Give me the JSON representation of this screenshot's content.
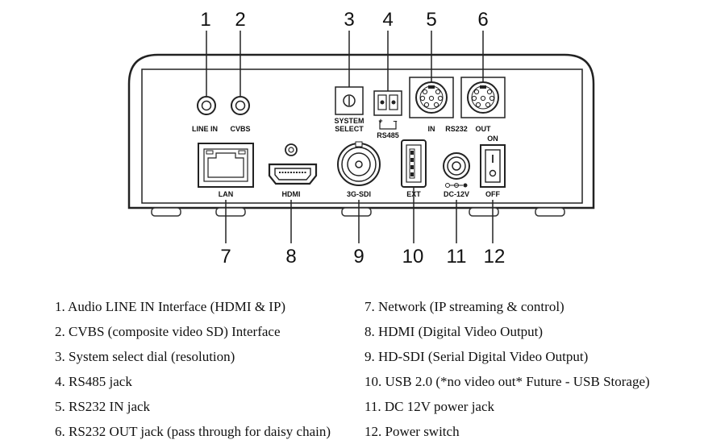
{
  "callouts": [
    "1",
    "2",
    "3",
    "4",
    "5",
    "6",
    "7",
    "8",
    "9",
    "10",
    "11",
    "12"
  ],
  "panel_labels": {
    "line_in": "LINE IN",
    "cvbs": "CVBS",
    "system_1": "SYSTEM",
    "system_2": "SELECT",
    "rs485": "RS485",
    "rs485_plus": "+",
    "rs485_minus": "–",
    "in": "IN",
    "rs232": "RS232",
    "out": "OUT",
    "lan": "LAN",
    "hdmi": "HDMI",
    "sdi": "3G-SDI",
    "ext": "EXT",
    "dc": "DC-12V",
    "on": "ON",
    "off": "OFF"
  },
  "legend": {
    "left": [
      "1. Audio LINE IN Interface (HDMI & IP)",
      "2. CVBS (composite video SD) Interface",
      "3. System select dial (resolution)",
      "4. RS485 jack",
      "5. RS232 IN jack",
      "6. RS232 OUT jack (pass through for daisy chain)"
    ],
    "right": [
      "7. Network (IP streaming & control)",
      "8. HDMI (Digital Video Output)",
      "9. HD-SDI (Serial Digital Video Output)",
      "10. USB 2.0 (*no video out* Future - USB Storage)",
      "11. DC 12V power jack",
      "12. Power switch"
    ]
  }
}
